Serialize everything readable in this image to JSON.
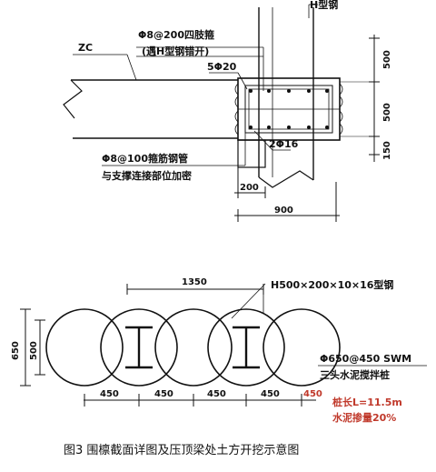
{
  "top": {
    "h_steel": "H型钢",
    "stirrup_line1": "Φ8@200四肢箍",
    "stirrup_line2": "(遇H型钢错开)",
    "zc": "ZC",
    "rebar_5": "5Φ20",
    "rebar_2": "2Φ16",
    "stirrup_dense_line1": "Φ8@100箍筋钢管",
    "stirrup_dense_line2": "与支撑连接部位加密",
    "dim_200": "200",
    "dim_900": "900",
    "dim_500a": "500",
    "dim_500b": "500",
    "dim_150": "150"
  },
  "bottom": {
    "dim_1350": "1350",
    "h_section": "H500×200×10×16型钢",
    "dim_650": "650",
    "dim_500": "500",
    "swm_line1": "Φ650@450  SWM",
    "swm_line2": "三头水泥搅拌桩",
    "pile_length": "桩长L=11.5m",
    "cement_ratio": "水泥掺量20%",
    "spacings": [
      "450",
      "450",
      "450",
      "450",
      "450"
    ]
  },
  "caption": "图3  围檩截面详图及压顶梁处土方开挖示意图"
}
